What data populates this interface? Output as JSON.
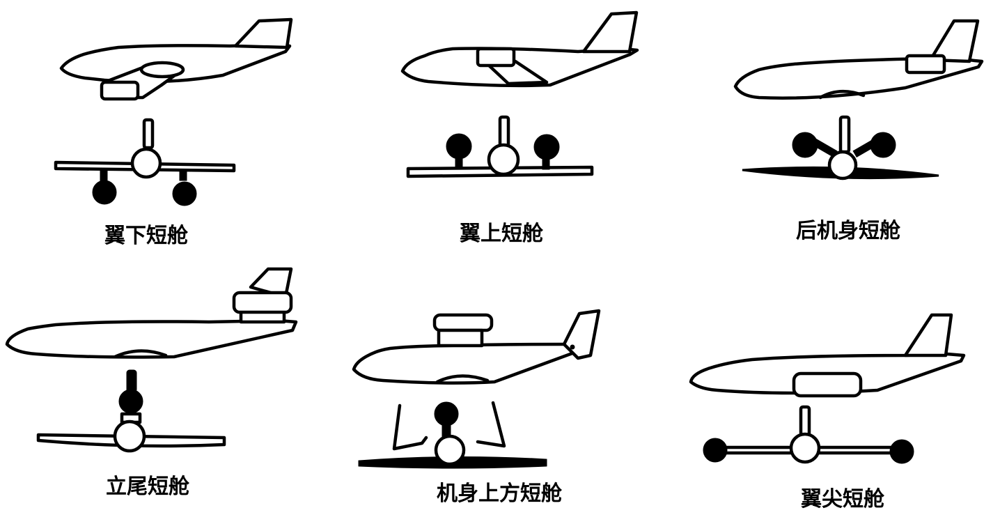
{
  "panels": [
    {
      "id": "under-wing",
      "label": "翼下短舱"
    },
    {
      "id": "over-wing",
      "label": "翼上短舱"
    },
    {
      "id": "rear-fuselage",
      "label": "后机身短舱"
    },
    {
      "id": "vertical-tail",
      "label": "立尾短舱"
    },
    {
      "id": "above-fuselage",
      "label": "机身上方短舱"
    },
    {
      "id": "wingtip",
      "label": "翼尖短舱"
    }
  ]
}
